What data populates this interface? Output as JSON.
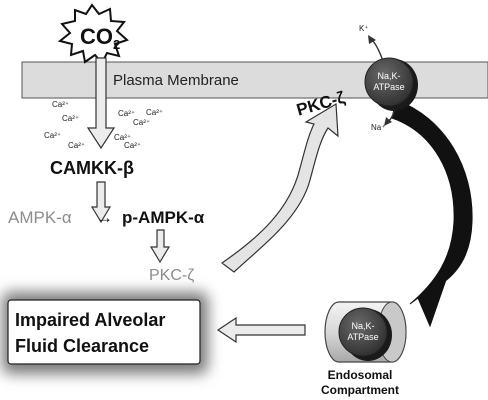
{
  "co2": {
    "base": "CO",
    "sub": "2"
  },
  "membrane": {
    "label": "Plasma Membrane"
  },
  "ion_k": "K⁺",
  "ion_na": "Na⁺",
  "pump_top": {
    "line1": "Na,K-",
    "line2": "ATPase"
  },
  "pump_endo": {
    "line1": "Na,K-",
    "line2": "ATPase"
  },
  "pkc_membrane": "PKC-ζ",
  "calcium": [
    "Ca²⁺",
    "Ca²⁺",
    "Ca²⁺",
    "Ca²⁺",
    "Ca²⁺",
    "Ca²⁺",
    "Ca²⁺",
    "Ca²⁺",
    "Ca²⁺"
  ],
  "camkk": "CAMKK-β",
  "ampk": "AMPK-α",
  "arrow_glyph": "→",
  "p_ampk": "p-AMPK-α",
  "pkc_lower": "PKC-ζ",
  "outcome": {
    "line1": "Impaired Alveolar",
    "line2": "Fluid Clearance"
  },
  "endosomal": {
    "line1": "Endosomal",
    "line2": "Compartment"
  },
  "colors": {
    "membrane_fill": "#dcdcdc",
    "pump_dark": "#3c3c3c",
    "muted_text": "#8c8c8c",
    "arrow_fill": "#e6e6e6"
  }
}
